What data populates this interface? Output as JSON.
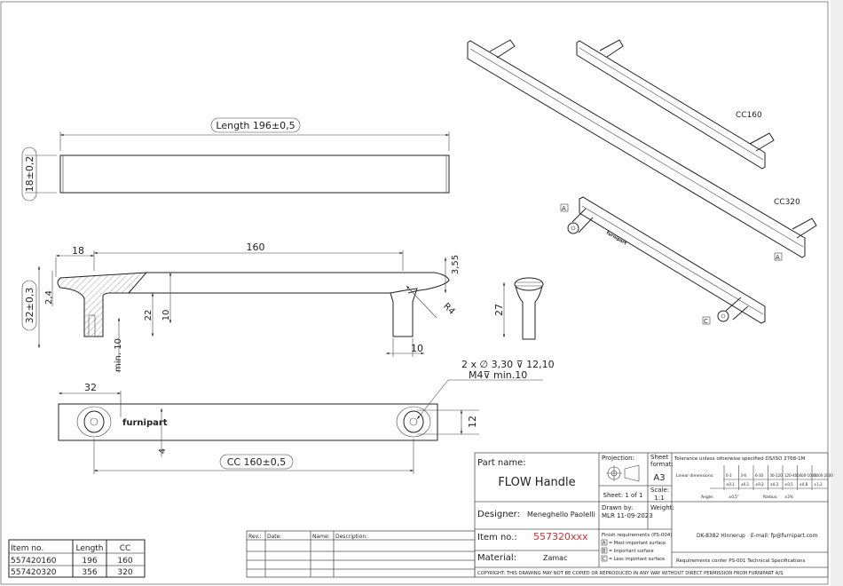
{
  "drawing": {
    "top_view": {
      "length_label": "Length 196±0,5",
      "width_label": "18±0,2"
    },
    "side_view": {
      "dim_18": "18",
      "dim_160": "160",
      "dim_355": "3,55",
      "dim_32": "32±0,3",
      "dim_24": "2,4",
      "dim_22": "22",
      "dim_10": "10",
      "dim_min10": "min. 10",
      "dim_r4": "R4",
      "dim_stem": "10"
    },
    "end_view": {
      "dim_27": "27"
    },
    "bottom_view": {
      "dim_32": "32",
      "dim_12": "12",
      "dim_4": "4",
      "cc_label": "CC 160±0,5",
      "logo": "furnipart",
      "hole_note_1": "2 x ∅ 3,30 ⊽ 12,10",
      "hole_note_2": "M4⊽ min.10"
    },
    "iso": {
      "cc160": "CC160",
      "cc320": "CC320",
      "mark_a": "A",
      "mark_c": "C",
      "logo": "furnipart"
    }
  },
  "item_table": {
    "headers": [
      "Item no.",
      "Length",
      "CC"
    ],
    "rows": [
      [
        "557420160",
        "196",
        "160"
      ],
      [
        "557420320",
        "356",
        "320"
      ]
    ]
  },
  "revision_table": {
    "headers": [
      "Rev.:",
      "Date:",
      "Name:",
      "Description:"
    ]
  },
  "title_block": {
    "part_name_label": "Part name:",
    "part_name": "FLOW Handle",
    "designer_label": "Designer:",
    "designer": "Meneghello Paolelli",
    "item_no_label": "Item no.:",
    "item_no": "557320xxx",
    "item_no_color": "#e0282e",
    "material_label": "Material:",
    "material": "Zamac",
    "projection_label": "Projection:",
    "sheet_format_label_1": "Sheet",
    "sheet_format_label_2": "format:",
    "sheet_format": "A3",
    "sheet": "Sheet: 1 of 1",
    "scale_label": "Scale:",
    "scale": "1:1",
    "drawn_by_label": "Drawn by:",
    "drawn_by": "MLR 11-09-2023",
    "weight_label": "Weight:",
    "finish_label": "Finish requirements (PS-004)",
    "finish_items": [
      {
        "mark": "A",
        "text": "= Most important surface"
      },
      {
        "mark": "B",
        "text": "= Important surface"
      },
      {
        "mark": "C",
        "text": "= Less important surface"
      }
    ],
    "tolerance_title": "Tolerance unless otherwise specified DS/ISO 2768-1M",
    "linear_label": "Linear dimensions:",
    "ranges": [
      "0-3",
      "3-6",
      "6-30",
      "30-120",
      "120-400",
      "400-1000",
      "1000-2000"
    ],
    "tolerances": [
      "±0,1",
      "±0,1",
      "±0,2",
      "±0,3",
      "±0,5",
      "±0,8",
      "±1,2"
    ],
    "angle_label": "Angle:",
    "angle": "±0,5°",
    "radius_label": "Radius:",
    "radius": "±5%",
    "address": "DK-8382 Hinnerup",
    "email": "E-mail:  fp@furnipart.com",
    "requirements": "Requirements confer PS-001 Technical Specifications",
    "copyright": "COPYRIGHT: THIS DRAWING MAY NOT BE COPIED OR REPRODUCED IN ANY WAY WITHOUT DIRECT PERMISSION FROM FURNIPART A/S"
  }
}
